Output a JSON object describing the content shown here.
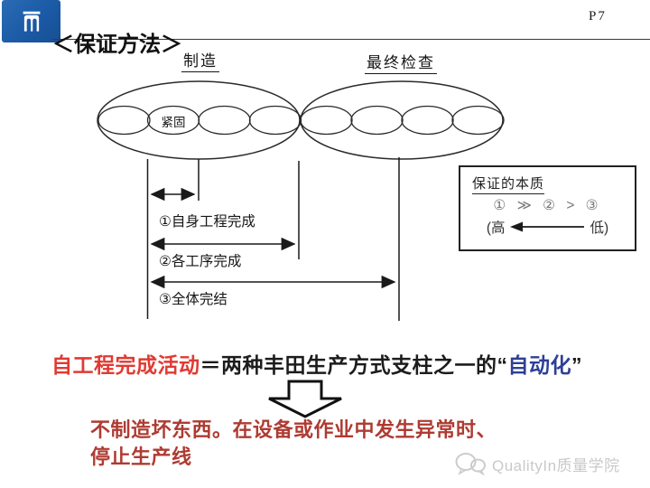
{
  "page": {
    "page_number": "P7",
    "title": "＜保证方法＞"
  },
  "diagram": {
    "manufacturing_label": "制造",
    "final_inspection_label": "最终检查",
    "fasten_label": "紧固",
    "span_labels": [
      "①自身工程完成",
      "②各工序完成",
      "③全体完结"
    ]
  },
  "essence_box": {
    "title": "保证的本质",
    "ranking": "① ≫ ② > ③",
    "scale_left": "(高",
    "scale_right": "低)"
  },
  "statements": {
    "equation": {
      "red": "自工程完成活动",
      "mid": "＝两种丰田生产方式支柱之一的“",
      "blue": "自动化",
      "end": "”"
    },
    "conclusion_line1": "不制造坏东西。在设备或作业中发生异常时、",
    "conclusion_line2": "停止生产线"
  },
  "watermark": {
    "text": "QualityIn质量学院"
  },
  "colors": {
    "logo_blue": "#1b5aa6",
    "accent_red": "#e03a32",
    "accent_blue": "#2e3f96",
    "conclusion_dark_red": "#ae3b32",
    "watermark_gray": "#c9c9c9",
    "line_black": "#1a1a1a"
  }
}
